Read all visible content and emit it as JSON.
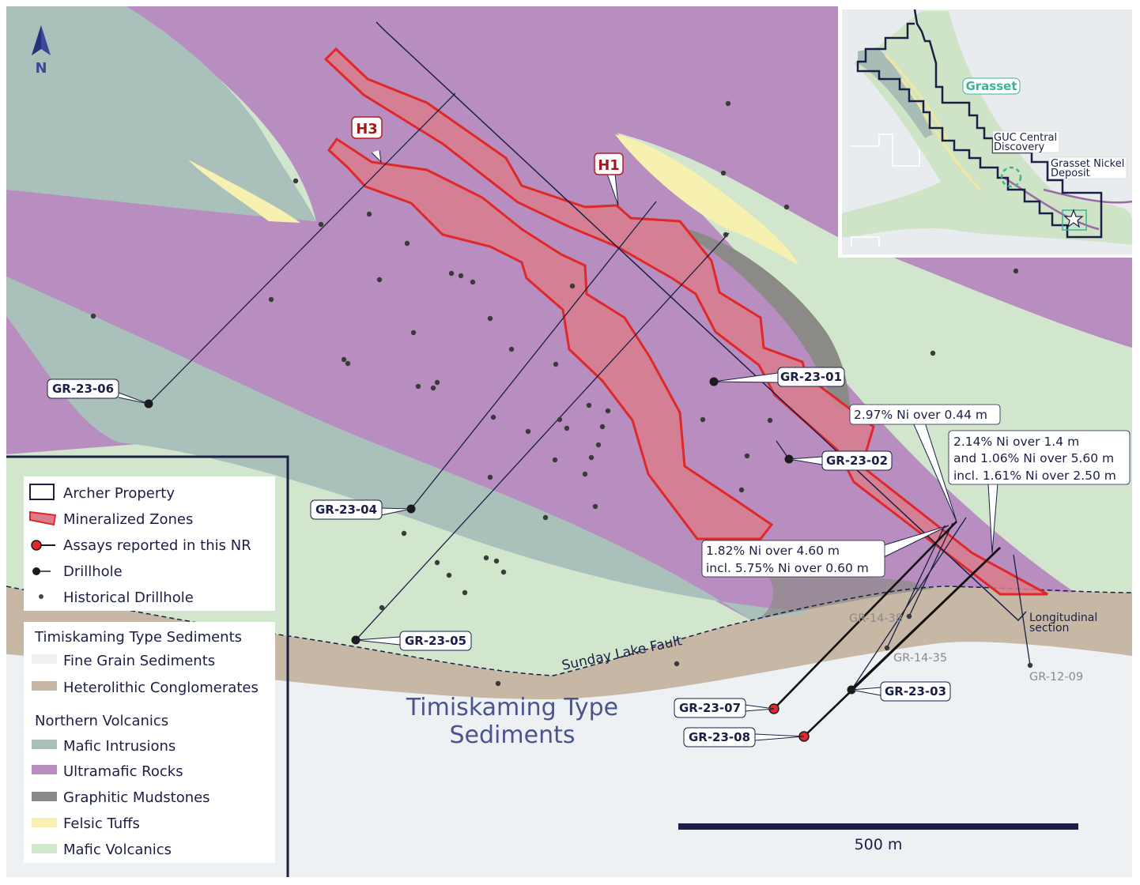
{
  "north_arrow": {
    "label": "N"
  },
  "zones": [
    {
      "label": "H3"
    },
    {
      "label": "H1"
    }
  ],
  "drillholes": [
    {
      "label": "GR-23-01",
      "type": "drillhole"
    },
    {
      "label": "GR-23-02",
      "type": "drillhole"
    },
    {
      "label": "GR-23-03",
      "type": "drillhole"
    },
    {
      "label": "GR-23-04",
      "type": "drillhole"
    },
    {
      "label": "GR-23-05",
      "type": "drillhole"
    },
    {
      "label": "GR-23-06",
      "type": "drillhole"
    },
    {
      "label": "GR-23-07",
      "type": "assay"
    },
    {
      "label": "GR-23-08",
      "type": "assay"
    }
  ],
  "historical_labels": [
    "GR-14-38",
    "GR-14-35",
    "GR-12-09"
  ],
  "annotations": {
    "a1": "2.97% Ni over 0.44 m",
    "a2_line1": "2.14% Ni over 1.4 m",
    "a2_line2": "and 1.06% Ni over 5.60 m",
    "a2_line3": "incl. 1.61% Ni over 2.50 m",
    "a3_line1": "1.82% Ni over 4.60 m",
    "a3_line2": "incl. 5.75% Ni over 0.60 m"
  },
  "map_text": {
    "fault": "Sunday Lake Fault",
    "sediments_line1": "Timiskaming Type",
    "sediments_line2": "Sediments",
    "section_line1": "Longitudinal",
    "section_line2": "section"
  },
  "inset": {
    "grasset": "Grasset",
    "guc_line1": "GUC Central",
    "guc_line2": "Discovery",
    "deposit_line1": "Grasset Nickel",
    "deposit_line2": "Deposit"
  },
  "legend": {
    "symbols": [
      "Archer Property",
      "Mineralized Zones",
      "Assays reported in this NR",
      "Drillhole",
      "Historical Drillhole"
    ],
    "group1_title": "Timiskaming Type Sediments",
    "group1": [
      {
        "label": "Fine Grain Sediments",
        "color": "#eef1f4"
      },
      {
        "label": "Heterolithic Conglomerates",
        "color": "#c6b8a4"
      }
    ],
    "group2_title": "Northern Volcanics",
    "group2": [
      {
        "label": "Mafic Intrusions",
        "color": "#a9c0bb"
      },
      {
        "label": "Ultramafic Rocks",
        "color": "#b78ebf"
      },
      {
        "label": "Graphitic Mudstones",
        "color": "#8b8a86"
      },
      {
        "label": "Felsic Tuffs",
        "color": "#f6f1b0"
      },
      {
        "label": "Mafic Volcanics",
        "color": "#d2e6cd"
      }
    ]
  },
  "scale_bar": {
    "label": "500 m"
  },
  "colors": {
    "navy": "#1b1f45",
    "red": "#e0282a",
    "zone_fill": "#d97d8c"
  }
}
